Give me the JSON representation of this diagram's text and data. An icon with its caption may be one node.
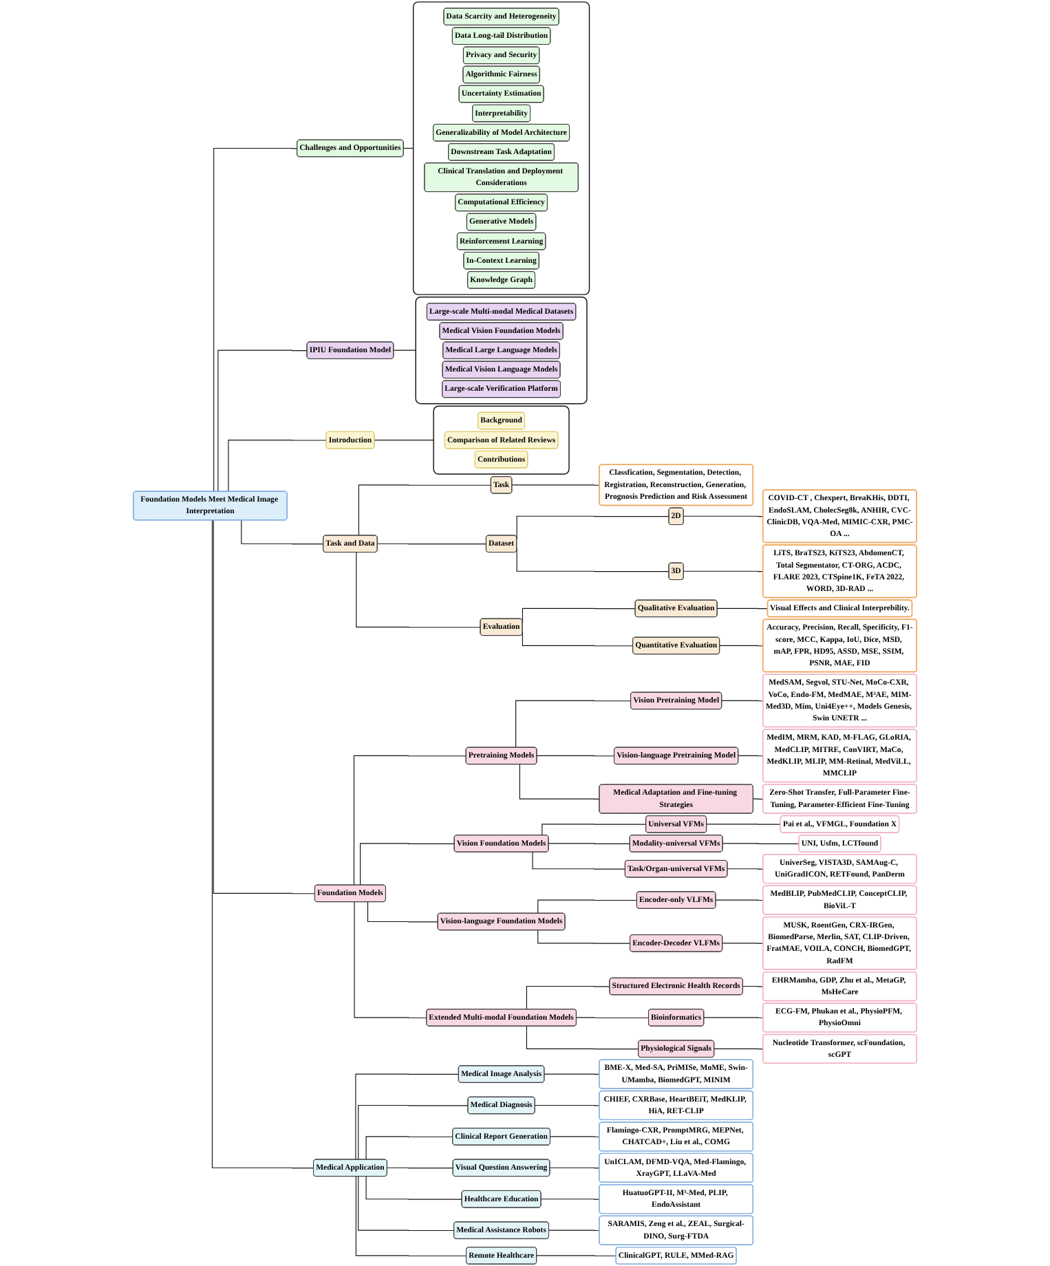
{
  "diagram": {
    "nodes": [
      {
        "text": [
          "Foundation Models Meet Medical Image Interpretation"
        ]
      },
      {
        "text": [
          "Introduction"
        ]
      },
      {
        "text": [],
        "shape": "box"
      },
      {
        "text": [
          "Background"
        ],
        "in": 2
      },
      {
        "text": [
          "Comparison of Related Reviews"
        ],
        "in": 2
      },
      {
        "text": [
          "Contributions"
        ],
        "in": 2
      },
      {
        "text": [
          "Task and Data"
        ]
      },
      {
        "text": [
          "Task"
        ]
      },
      {
        "text": [
          "Classfication, Segmentation, Detection, Registration, Reconstruction, Generation, Prognosis Prediction and Risk Assessment"
        ]
      },
      {
        "text": [
          "Dataset"
        ]
      },
      {
        "text": [
          "2D"
        ]
      },
      {
        "text": [
          "COVID-CT , Chexpert, BreaKHis, DDTI, EndoSLAM, CholecSeg8k, ANHIR, CVC-ClinicDB, VQA-Med, MIMIC-CXR, PMC-OA ..."
        ]
      },
      {
        "text": [
          "3D"
        ]
      },
      {
        "text": [
          "LiTS, BraTS23, KiTS23, AbdomenCT, Total Segmentator, CT-ORG, ACDC, FLARE 2023, CTSpine1K, FeTA 2022, WORD, 3D-RAD ..."
        ]
      },
      {
        "text": [
          "Evaluation"
        ]
      },
      {
        "text": [
          "Qualitative Evaluation"
        ]
      },
      {
        "text": [
          "Visual Effects and Clinical Interprebility."
        ]
      },
      {
        "text": [
          "Quantitative Evaluation"
        ]
      },
      {
        "text": [
          "Accuracy, Precision, Recall, Specificity, F1-score, MCC, Kappa, IoU, Dice, MSD, mAP, FPR, HD95, ASSD, MSE, SSIM, PSNR, MAE, FID"
        ]
      },
      {
        "text": [
          "Foundation Models"
        ]
      },
      {
        "text": [
          "Pretraining Models"
        ]
      },
      {
        "text": [
          "Vision Pretraining Model"
        ]
      },
      {
        "text": [
          "MedSAM, Segvol, STU-Net, MoCo-CXR, VoCo, Endo-FM, MedMAE, M³AE, MIM-Med3D, Mim, Uni4Eye++, Models Genesis, Swin UNETR ..."
        ]
      },
      {
        "text": [
          "Vision-language Pretraining Model"
        ]
      },
      {
        "text": [
          "MedIM, MRM, KAD, M-FLAG, GLoRIA, MedCLIP, MITRE, ConVIRT, MaCo, MedKLIP, MLIP, MM-Retinal, MedViLL, MMCLIP"
        ]
      },
      {
        "text": [
          "Medical Adaptation and Fine-tuning Strategies"
        ]
      },
      {
        "text": [
          "Zero-Shot Transfer, Full-Parameter Fine-Tuning, Parameter-Efficient Fine-Tuning"
        ]
      },
      {
        "text": [
          "Vision Foundation Models"
        ]
      },
      {
        "text": [
          "Universal VFMs"
        ]
      },
      {
        "text": [
          "Pai et al., VFMGL, Foundation X"
        ]
      },
      {
        "text": [
          "Modality-universal VFMs"
        ]
      },
      {
        "text": [
          "UNI, Usfm, LCTfound"
        ]
      },
      {
        "text": [
          "Task/Organ-universal VFMs"
        ]
      },
      {
        "text": [
          "UniverSeg, VISTA3D, SAMAug-C, UniGradICON, RETFound, PanDerm"
        ]
      },
      {
        "text": [
          "Vision-language Foundation Models"
        ]
      },
      {
        "text": [
          "Encoder-only VLFMs"
        ]
      },
      {
        "text": [
          "MedBLIP, PubMedCLIP, ConceptCLIP, BioViL-T"
        ]
      },
      {
        "text": [
          "Encoder-Decoder VLFMs"
        ]
      },
      {
        "text": [
          "MUSK, RoentGen, CRX-IRGen, BiomedParse, Merlin, SAT, CLIP-Driven, FratMAE, VOILA, CONCH, BiomedGPT, RadFM"
        ]
      },
      {
        "text": [
          "Extended Multi-modal Foundation Models"
        ]
      },
      {
        "text": [
          "Structured Electronic Health Records"
        ]
      },
      {
        "text": [
          "EHRMamba, GDP, Zhu et al., MetaGP, MsHeCare"
        ]
      },
      {
        "text": [
          "Bioinformatics"
        ]
      },
      {
        "text": [
          "ECG-FM, Phukan et al., PhysioPFM, PhysioOmni"
        ]
      },
      {
        "text": [
          "Physiological Signals"
        ]
      },
      {
        "text": [
          "Nucleotide Transformer, scFoundation, scGPT"
        ]
      },
      {
        "text": [
          "IPIU Foundation Model"
        ]
      },
      {
        "text": [],
        "shape": "box"
      },
      {
        "text": [
          "Large-scale Multi-modal Medical Datasets"
        ],
        "in": 47
      },
      {
        "text": [
          "Medical Vision Foundation Models"
        ],
        "in": 47
      },
      {
        "text": [
          "Medical Large Language Models"
        ],
        "in": 47
      },
      {
        "text": [
          "Medical Vision Language Models"
        ],
        "in": 47
      },
      {
        "text": [
          "Large-scale Verification Platform"
        ],
        "in": 47
      },
      {
        "text": [
          "Medical Application"
        ]
      },
      {
        "text": [
          "Medical Image Analysis"
        ]
      },
      {
        "text": [
          "BME-X, Med-SA, PriMISe, MoME, Swin-UMamba, BiomedGPT, MINIM"
        ]
      },
      {
        "text": [
          "Medical Diagnosis"
        ]
      },
      {
        "text": [
          "CHIEF, CXRBase, HeartBEiT, MedKLIP, HiA, RET-CLIP"
        ]
      },
      {
        "text": [
          "Clinical Report Generation"
        ]
      },
      {
        "text": [
          "Flamingo-CXR, PromptMRG, MEPNet, CHATCAD+, Liu et al., COMG"
        ]
      },
      {
        "text": [
          "Visual Question Answering"
        ]
      },
      {
        "text": [
          "UnICLAM, DFMD-VQA, Med-Flamingo, XrayGPT, LLaVA-Med"
        ]
      },
      {
        "text": [
          "Healthcare Education"
        ]
      },
      {
        "text": [
          "HuatuoGPT-II, M³-Med, PLIP, EndoAssistant"
        ]
      },
      {
        "text": [
          "Medical Assistance Robots"
        ]
      },
      {
        "text": [
          "SARAMIS, Zeng et al., ZEAL, Surgical-DINO, Surg-FTDA"
        ]
      },
      {
        "text": [
          "Remote Healthcare"
        ]
      },
      {
        "text": [
          "ClinicalGPT, RULE, MMed-RAG"
        ]
      },
      {
        "text": [
          "Challenges and Opportunities"
        ]
      },
      {
        "text": [],
        "shape": "box"
      },
      {
        "text": [
          "Data Scarcity and Heterogeneity"
        ],
        "in": 69
      },
      {
        "text": [
          "Data Long-tail Distribution"
        ],
        "in": 69
      },
      {
        "text": [
          "Privacy and Security"
        ],
        "in": 69
      },
      {
        "text": [
          "Algorithmic Fairness"
        ],
        "in": 69
      },
      {
        "text": [
          "Uncertainty Estimation"
        ],
        "in": 69
      },
      {
        "text": [
          "Interpretability"
        ],
        "in": 69
      },
      {
        "text": [
          "Generalizability of Model Architecture"
        ],
        "in": 69
      },
      {
        "text": [
          "Downstream Task Adaptation"
        ],
        "in": 69
      },
      {
        "text": [
          "Clinical Translation and Deployment Considerations"
        ],
        "in": 69
      },
      {
        "text": [
          "Computational Efficiency"
        ],
        "in": 69
      },
      {
        "text": [
          "Generative Models"
        ],
        "in": 69
      },
      {
        "text": [
          "Reinforcement Learning"
        ],
        "in": 69
      },
      {
        "text": [
          "In-Context Learning"
        ],
        "in": 69
      },
      {
        "text": [
          "Knowledge Graph"
        ],
        "in": 69
      }
    ],
    "edges": [
      {
        "from": 0,
        "to": 1,
        "arrow": "none"
      },
      {
        "from": 0,
        "to": 6,
        "arrow": "none"
      },
      {
        "from": 0,
        "to": 19,
        "arrow": "none"
      },
      {
        "from": 0,
        "to": 46,
        "arrow": "none"
      },
      {
        "from": 0,
        "to": 53,
        "arrow": "none"
      },
      {
        "from": 0,
        "to": 68,
        "arrow": "none"
      },
      {
        "from": 1,
        "to": 2,
        "arrow": "none"
      },
      {
        "from": 6,
        "to": 7,
        "arrow": "none"
      },
      {
        "from": 7,
        "to": 8,
        "arrow": "none"
      },
      {
        "from": 6,
        "to": 9,
        "arrow": "none"
      },
      {
        "from": 9,
        "to": 10,
        "arrow": "none"
      },
      {
        "from": 10,
        "to": 11,
        "arrow": "none"
      },
      {
        "from": 9,
        "to": 12,
        "arrow": "none"
      },
      {
        "from": 12,
        "to": 13,
        "arrow": "none"
      },
      {
        "from": 6,
        "to": 14,
        "arrow": "none"
      },
      {
        "from": 14,
        "to": 15,
        "arrow": "none"
      },
      {
        "from": 15,
        "to": 16,
        "arrow": "none"
      },
      {
        "from": 14,
        "to": 17,
        "arrow": "none"
      },
      {
        "from": 17,
        "to": 18,
        "arrow": "none"
      },
      {
        "from": 19,
        "to": 20,
        "arrow": "none"
      },
      {
        "from": 20,
        "to": 21,
        "arrow": "none"
      },
      {
        "from": 21,
        "to": 22,
        "arrow": "none"
      },
      {
        "from": 20,
        "to": 23,
        "arrow": "none"
      },
      {
        "from": 23,
        "to": 24,
        "arrow": "none"
      },
      {
        "from": 20,
        "to": 25,
        "arrow": "none"
      },
      {
        "from": 25,
        "to": 26,
        "arrow": "none"
      },
      {
        "from": 19,
        "to": 27,
        "arrow": "none"
      },
      {
        "from": 27,
        "to": 28,
        "arrow": "none"
      },
      {
        "from": 28,
        "to": 29,
        "arrow": "none"
      },
      {
        "from": 27,
        "to": 30,
        "arrow": "none"
      },
      {
        "from": 30,
        "to": 31,
        "arrow": "none"
      },
      {
        "from": 27,
        "to": 32,
        "arrow": "none"
      },
      {
        "from": 32,
        "to": 33,
        "arrow": "none"
      },
      {
        "from": 19,
        "to": 34,
        "arrow": "none"
      },
      {
        "from": 34,
        "to": 35,
        "arrow": "none"
      },
      {
        "from": 35,
        "to": 36,
        "arrow": "none"
      },
      {
        "from": 34,
        "to": 37,
        "arrow": "none"
      },
      {
        "from": 37,
        "to": 38,
        "arrow": "none"
      },
      {
        "from": 19,
        "to": 39,
        "arrow": "none"
      },
      {
        "from": 39,
        "to": 40,
        "arrow": "none"
      },
      {
        "from": 40,
        "to": 41,
        "arrow": "none"
      },
      {
        "from": 39,
        "to": 42,
        "arrow": "none"
      },
      {
        "from": 42,
        "to": 43,
        "arrow": "none"
      },
      {
        "from": 39,
        "to": 44,
        "arrow": "none"
      },
      {
        "from": 44,
        "to": 45,
        "arrow": "none"
      },
      {
        "from": 46,
        "to": 47,
        "arrow": "none"
      },
      {
        "from": 53,
        "to": 54,
        "arrow": "none"
      },
      {
        "from": 54,
        "to": 55,
        "arrow": "none"
      },
      {
        "from": 53,
        "to": 56,
        "arrow": "none"
      },
      {
        "from": 56,
        "to": 57,
        "arrow": "none"
      },
      {
        "from": 53,
        "to": 58,
        "arrow": "none"
      },
      {
        "from": 58,
        "to": 59,
        "arrow": "none"
      },
      {
        "from": 53,
        "to": 60,
        "arrow": "none"
      },
      {
        "from": 60,
        "to": 61,
        "arrow": "none"
      },
      {
        "from": 53,
        "to": 62,
        "arrow": "none"
      },
      {
        "from": 62,
        "to": 63,
        "arrow": "none"
      },
      {
        "from": 53,
        "to": 64,
        "arrow": "none"
      },
      {
        "from": 64,
        "to": 65,
        "arrow": "none"
      },
      {
        "from": 53,
        "to": 66,
        "arrow": "none"
      },
      {
        "from": 66,
        "to": 67,
        "arrow": "none"
      },
      {
        "from": 68,
        "to": 69,
        "arrow": "none"
      }
    ]
  }
}
